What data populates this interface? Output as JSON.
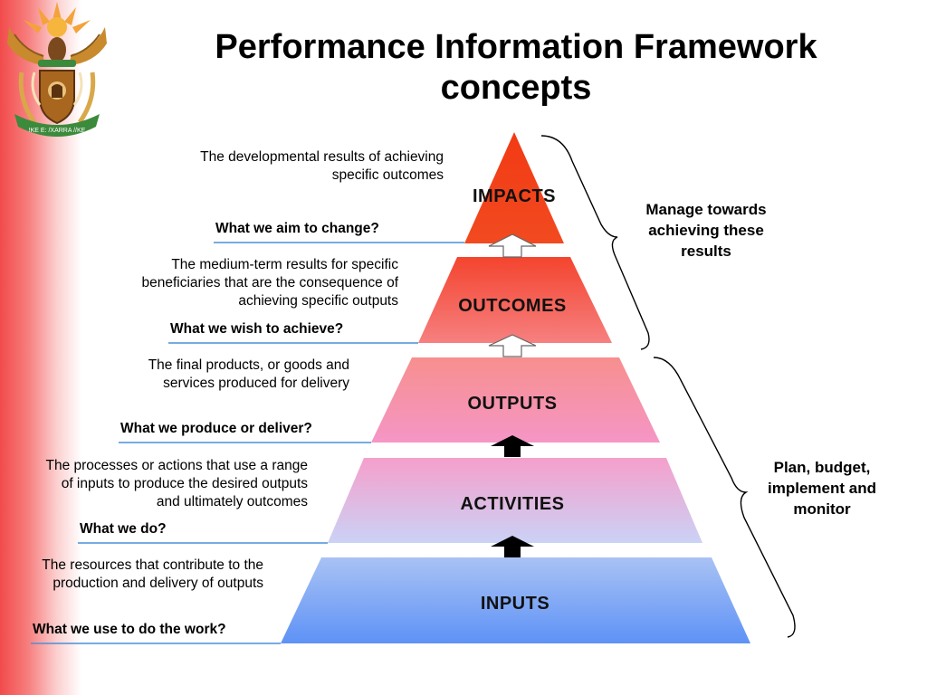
{
  "title_line1": "Performance Information Framework",
  "title_line2": "concepts",
  "emblem_motto": "!KE E: /XARRA //KE",
  "tiers": [
    {
      "label": "IMPACTS",
      "description": "The developmental results of achieving specific outcomes",
      "question": "What we aim to change?",
      "color_top": "#f23a14",
      "color_bottom": "#f24a20"
    },
    {
      "label": "OUTCOMES",
      "description": "The medium-term results for specific beneficiaries that are the consequence of achieving specific outputs",
      "question": "What we wish to achieve?",
      "color_top": "#f4442e",
      "color_bottom": "#f68080"
    },
    {
      "label": "OUTPUTS",
      "description": "The final products, or goods and services produced for delivery",
      "question": "What we produce or deliver?",
      "color_top": "#f78f8e",
      "color_bottom": "#f596c6"
    },
    {
      "label": "ACTIVITIES",
      "description": "The processes or actions that use a range of inputs to produce the desired outputs and ultimately outcomes",
      "question": "What we do?",
      "color_top": "#f59fcb",
      "color_bottom": "#cbd2f6"
    },
    {
      "label": "INPUTS",
      "description": "The resources that contribute to the production and delivery of outputs",
      "question": "What we use to do the work?",
      "color_top": "#a9c2f4",
      "color_bottom": "#5e92f6"
    }
  ],
  "bracket_top_label": "Manage towards achieving these results",
  "bracket_bottom_label": "Plan, budget, implement and monitor",
  "colors": {
    "underline": "#4a8fd8",
    "outline_arrow": "#ffffff",
    "solid_arrow": "#000000"
  }
}
